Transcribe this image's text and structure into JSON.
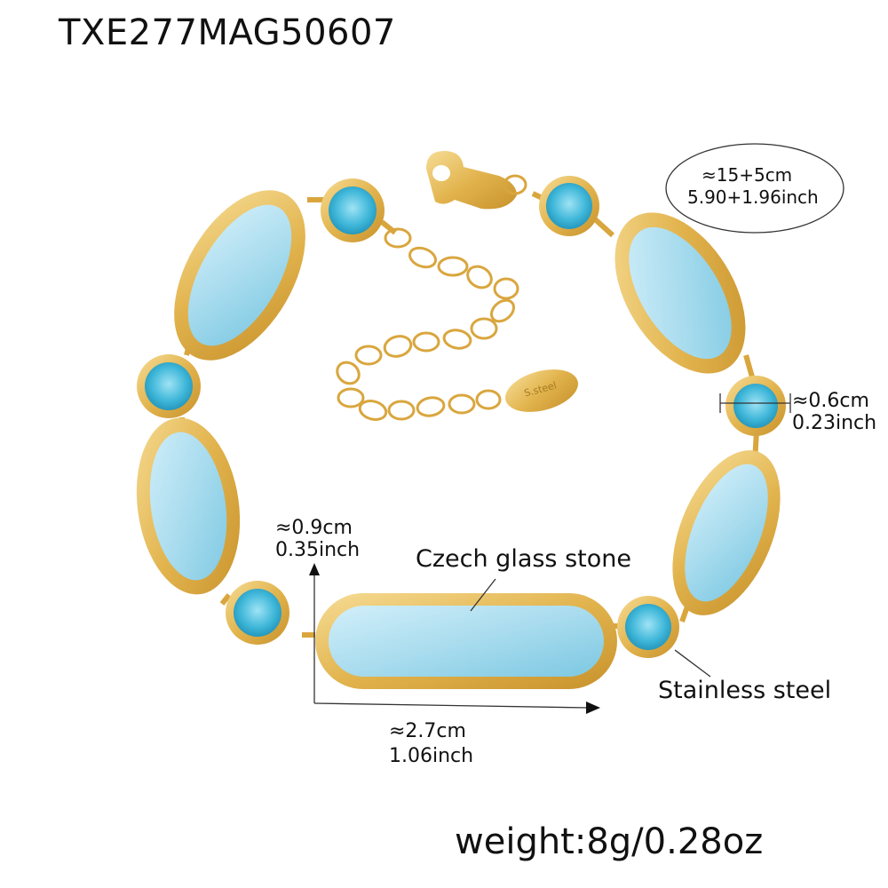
{
  "product": {
    "sku": "TXE277MAG50607",
    "weight": "weight:8g/0.28oz",
    "tag_engraving": "S.steel"
  },
  "annotations": {
    "length": {
      "cm": "≈15+5cm",
      "inch": "5.90+1.96inch"
    },
    "round_stone": {
      "cm": "≈0.6cm",
      "inch": "0.23inch"
    },
    "oval_height": {
      "cm": "≈0.9cm",
      "inch": "0.35inch"
    },
    "oval_width": {
      "cm": "≈2.7cm",
      "inch": "1.06inch"
    },
    "material_stone": "Czech glass stone",
    "material_metal": "Stainless steel"
  },
  "colors": {
    "gold": "#e2b44e",
    "gold_dark": "#c8922c",
    "gold_light": "#f6dc95",
    "stone_light": "#a9dcee",
    "stone_round": "#3fb7d9",
    "line": "#333333"
  }
}
